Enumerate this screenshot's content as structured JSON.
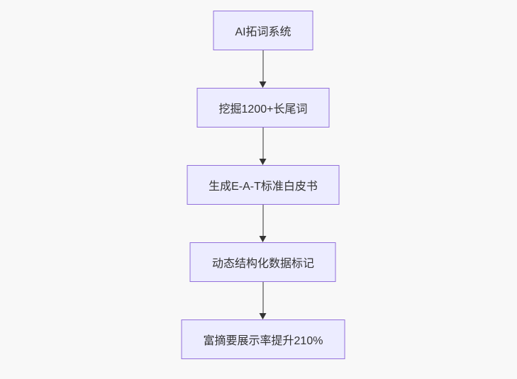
{
  "diagram": {
    "type": "flowchart",
    "direction": "top-down",
    "nodes": [
      {
        "id": "step1",
        "label": "AI拓词系统"
      },
      {
        "id": "step2",
        "label": "挖掘1200+长尾词"
      },
      {
        "id": "step3",
        "label": "生成E-A-T标准白皮书"
      },
      {
        "id": "step4",
        "label": "动态结构化数据标记"
      },
      {
        "id": "step5",
        "label": "富摘要展示率提升210%"
      }
    ],
    "edges": [
      {
        "from": "step1",
        "to": "step2"
      },
      {
        "from": "step2",
        "to": "step3"
      },
      {
        "from": "step3",
        "to": "step4"
      },
      {
        "from": "step4",
        "to": "step5"
      }
    ],
    "colors": {
      "node_fill": "#ECECFF",
      "node_border": "#9370DB",
      "edge": "#333333",
      "text": "#333333",
      "background": "#f8f8f8"
    }
  }
}
